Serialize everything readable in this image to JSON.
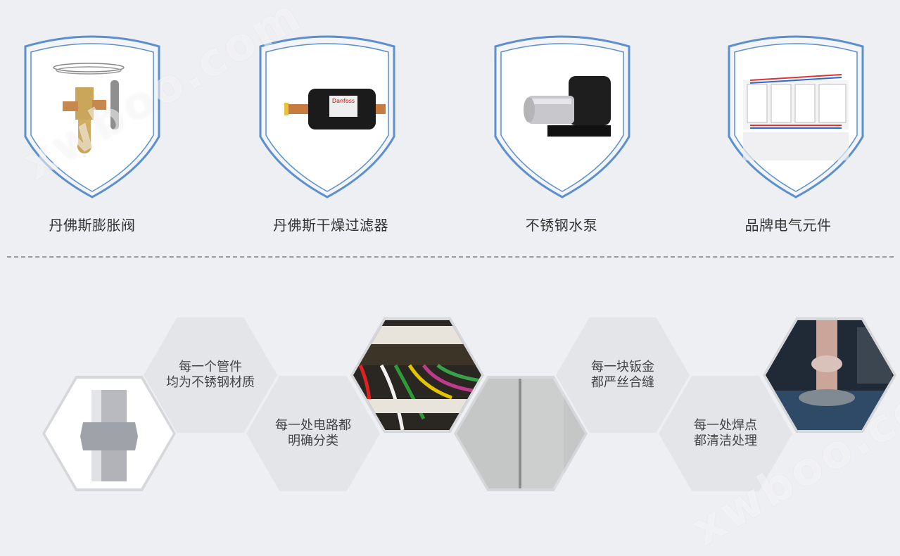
{
  "products": [
    {
      "label": "丹佛斯膨胀阀",
      "icon": "expansion-valve-image"
    },
    {
      "label": "丹佛斯干燥过滤器",
      "icon": "filter-drier-image"
    },
    {
      "label": "不锈钢水泵",
      "icon": "water-pump-image"
    },
    {
      "label": "品牌电气元件",
      "icon": "electrical-components-image"
    }
  ],
  "features": [
    {
      "line1": "每一个管件",
      "line2": "均为不锈钢材质"
    },
    {
      "line1": "每一处电路都",
      "line2": "明确分类"
    },
    {
      "line1": "每一块钣金",
      "line2": "都严丝合缝"
    },
    {
      "line1": "每一处焊点",
      "line2": "都清洁处理"
    }
  ],
  "watermark": "xwboo.com",
  "colors": {
    "shield_blue": "#5b8fcf",
    "background": "#eeeff3",
    "hex_light": "#e4e5e9"
  }
}
